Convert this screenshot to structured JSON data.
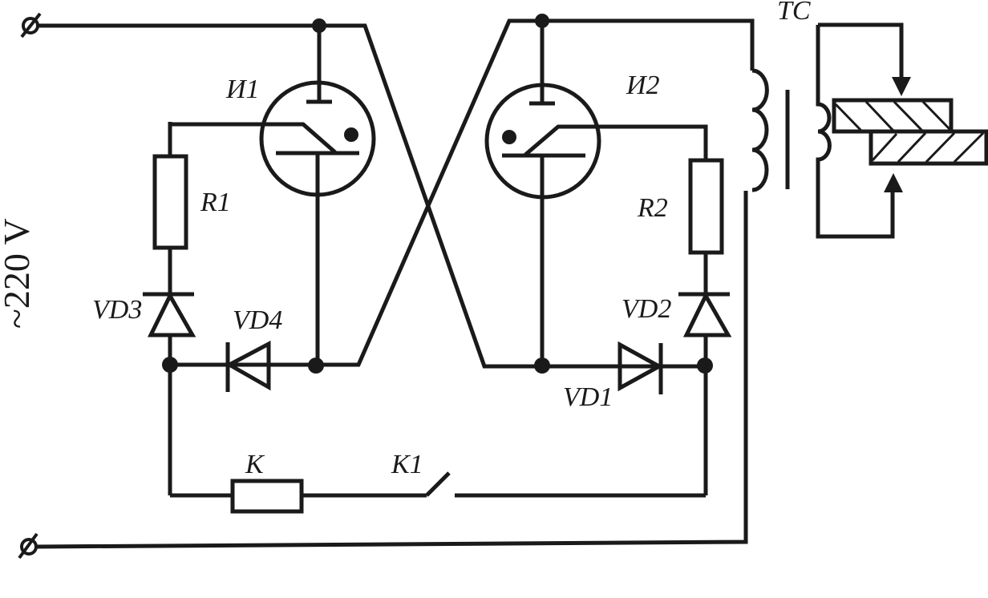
{
  "diagram": {
    "type": "electrical-schematic",
    "description": "Ignitron contactor control circuit for resistance welding transformer",
    "supply_label": "~220 V",
    "labels": {
      "ignitron1": "И1",
      "ignitron2": "И2",
      "resistor1": "R1",
      "resistor2": "R2",
      "diode1": "VD1",
      "diode2": "VD2",
      "diode3": "VD3",
      "diode4": "VD4",
      "relay_coil": "K",
      "relay_contact": "K1",
      "transformer": "TC"
    },
    "components": [
      {
        "id": "И1",
        "kind": "ignitron"
      },
      {
        "id": "И2",
        "kind": "ignitron"
      },
      {
        "id": "R1",
        "kind": "resistor"
      },
      {
        "id": "R2",
        "kind": "resistor"
      },
      {
        "id": "VD1",
        "kind": "diode"
      },
      {
        "id": "VD2",
        "kind": "diode"
      },
      {
        "id": "VD3",
        "kind": "diode"
      },
      {
        "id": "VD4",
        "kind": "diode"
      },
      {
        "id": "K",
        "kind": "relay-coil"
      },
      {
        "id": "K1",
        "kind": "normally-open-contact"
      },
      {
        "id": "TC",
        "kind": "welding-transformer"
      }
    ],
    "colors": {
      "line": "#1a1a1a",
      "background": "#ffffff"
    }
  }
}
